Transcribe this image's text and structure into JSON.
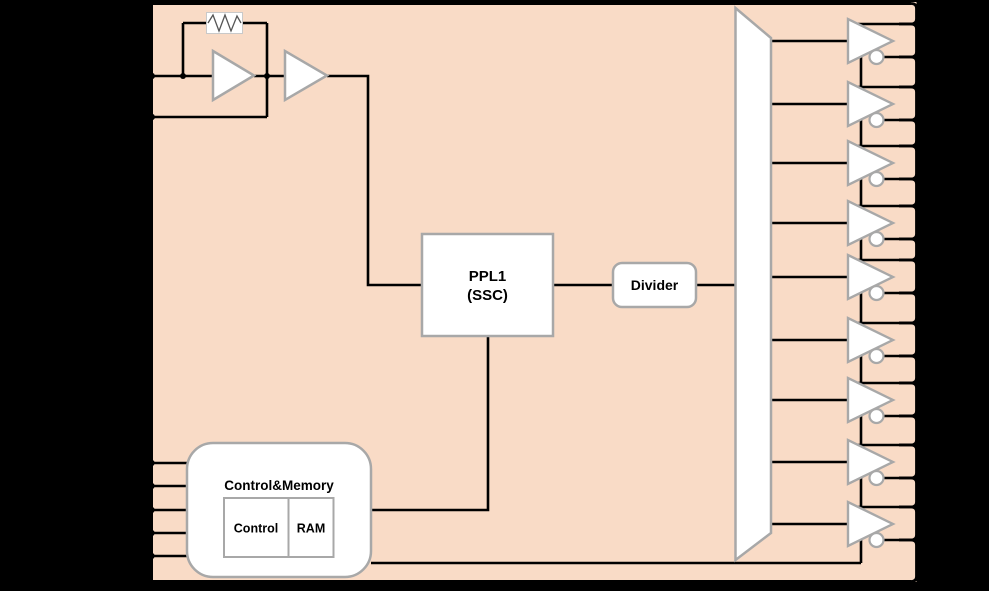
{
  "title": "clock-generator-block-diagram",
  "colors": {
    "background": "#000000",
    "chip_fill": "#F9DBC6",
    "wire": "#000000",
    "shape_border": "#A8A8A8",
    "shape_fill": "#FFFFFF",
    "text": "#000000"
  },
  "blocks": {
    "pll": {
      "line1": "PPL1",
      "line2": "(SSC)"
    },
    "divider": {
      "label": "Divider"
    },
    "control_memory": {
      "title": "Control&Memory",
      "children": {
        "control": "Control",
        "ram": "RAM"
      }
    }
  },
  "oscillator": {
    "amplifier_count": 2,
    "has_feedback_resistor": true,
    "input_pins": 2
  },
  "distribution": {
    "shape": "trapezoid"
  },
  "output_buffers": {
    "count": 9,
    "outputs_per_buffer": 2,
    "has_inverting_bubble": true,
    "right_edge_pins": 18
  },
  "control_pins_left": {
    "count": 5
  }
}
